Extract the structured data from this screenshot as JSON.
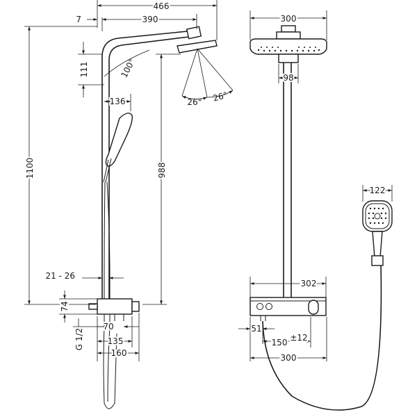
{
  "side_view": {
    "top_width": "466",
    "wall_offset": "7",
    "arm_reach": "390",
    "arm_angle": "100°",
    "arm_drop": "111",
    "hand_shower_holder": "136",
    "overall_height": "1100",
    "head_height": "988",
    "spray_angle_left": "26°",
    "spray_angle_right": "26°",
    "pipe_diameter": "21 - 26",
    "valve_height": "74",
    "thread": "G 1/2",
    "inlet_spacing": "70",
    "valve_depth": "135",
    "valve_total_depth": "160"
  },
  "front_view": {
    "head_width": "300",
    "head_neck": "98",
    "hand_shower_width": "122",
    "shelf_width": "302",
    "inlet_offset": "51",
    "inlet_centres": "150",
    "inlet_tolerance": "±12",
    "bottom_width": "300"
  }
}
